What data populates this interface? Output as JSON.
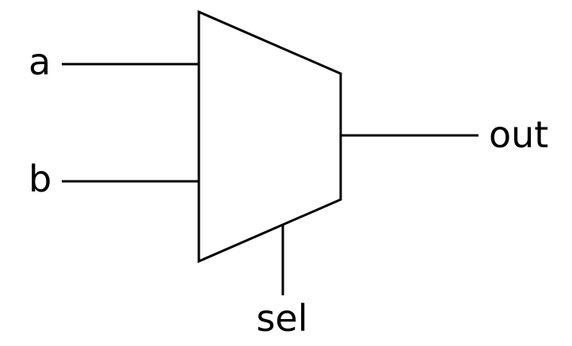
{
  "diagram": {
    "component": "multiplexer",
    "inputs": [
      {
        "id": "a",
        "label": "a"
      },
      {
        "id": "b",
        "label": "b"
      }
    ],
    "output": {
      "id": "out",
      "label": "out"
    },
    "select": {
      "id": "sel",
      "label": "sel"
    },
    "colors": {
      "stroke": "#000000",
      "text": "#000000",
      "background": "#ffffff"
    }
  }
}
